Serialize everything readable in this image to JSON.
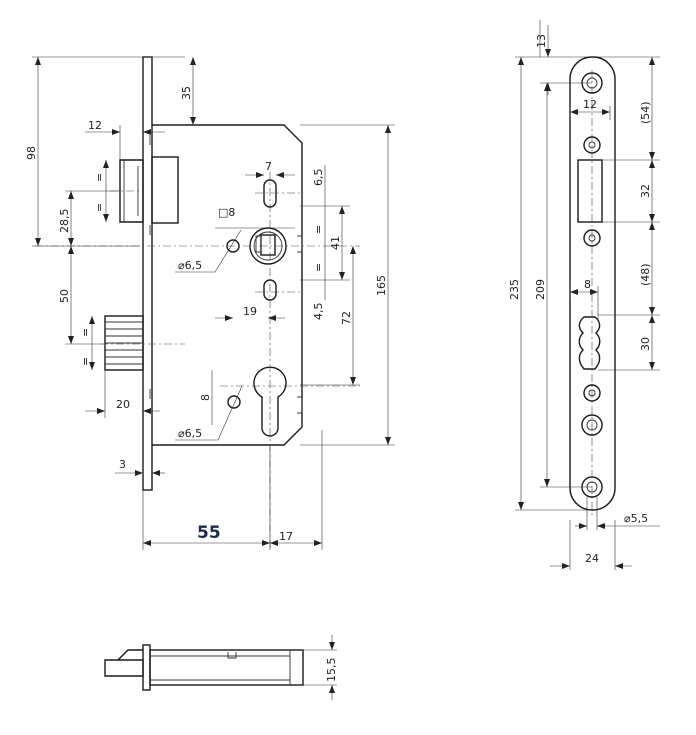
{
  "drawing": {
    "lock_body": {
      "dims": {
        "backset_top": "98",
        "top_offset": "35",
        "latch_width": "12",
        "latch_half_top": "=",
        "latch_half_bottom": "=",
        "latch_to_center": "28,5",
        "center_to_bolt": "50",
        "bolt_half_top": "=",
        "bolt_half_bottom": "=",
        "bolt_throw": "20",
        "faceplate_thickness": "3",
        "backset": "55",
        "edge_to_cylinder": "17",
        "case_height": "165",
        "center_distance": "72",
        "slot_pitch": "41",
        "slot_width": "7",
        "slot_top": "6,5",
        "slot_bottom": "4,5",
        "slot_half_top": "=",
        "slot_half_bottom": "=",
        "spindle_square": "□8",
        "hole_diameter_top": "⌀6,5",
        "hole_offset": "19",
        "hole_vertical": "8",
        "hole_diameter_bottom": "⌀6,5"
      }
    },
    "strike_plate": {
      "dims": {
        "top_offset": "13",
        "total_height": "235",
        "hole_spacing": "209",
        "latch_opening_width": "12",
        "top_to_latch": "(54)",
        "latch_opening_height": "32",
        "latch_to_bolt": "(48)",
        "bolt_opening_height": "30",
        "bolt_opening_width": "8",
        "hole_diameter": "⌀5,5",
        "plate_width": "24"
      }
    },
    "bottom_view": {
      "dims": {
        "thickness": "15,5"
      }
    }
  }
}
